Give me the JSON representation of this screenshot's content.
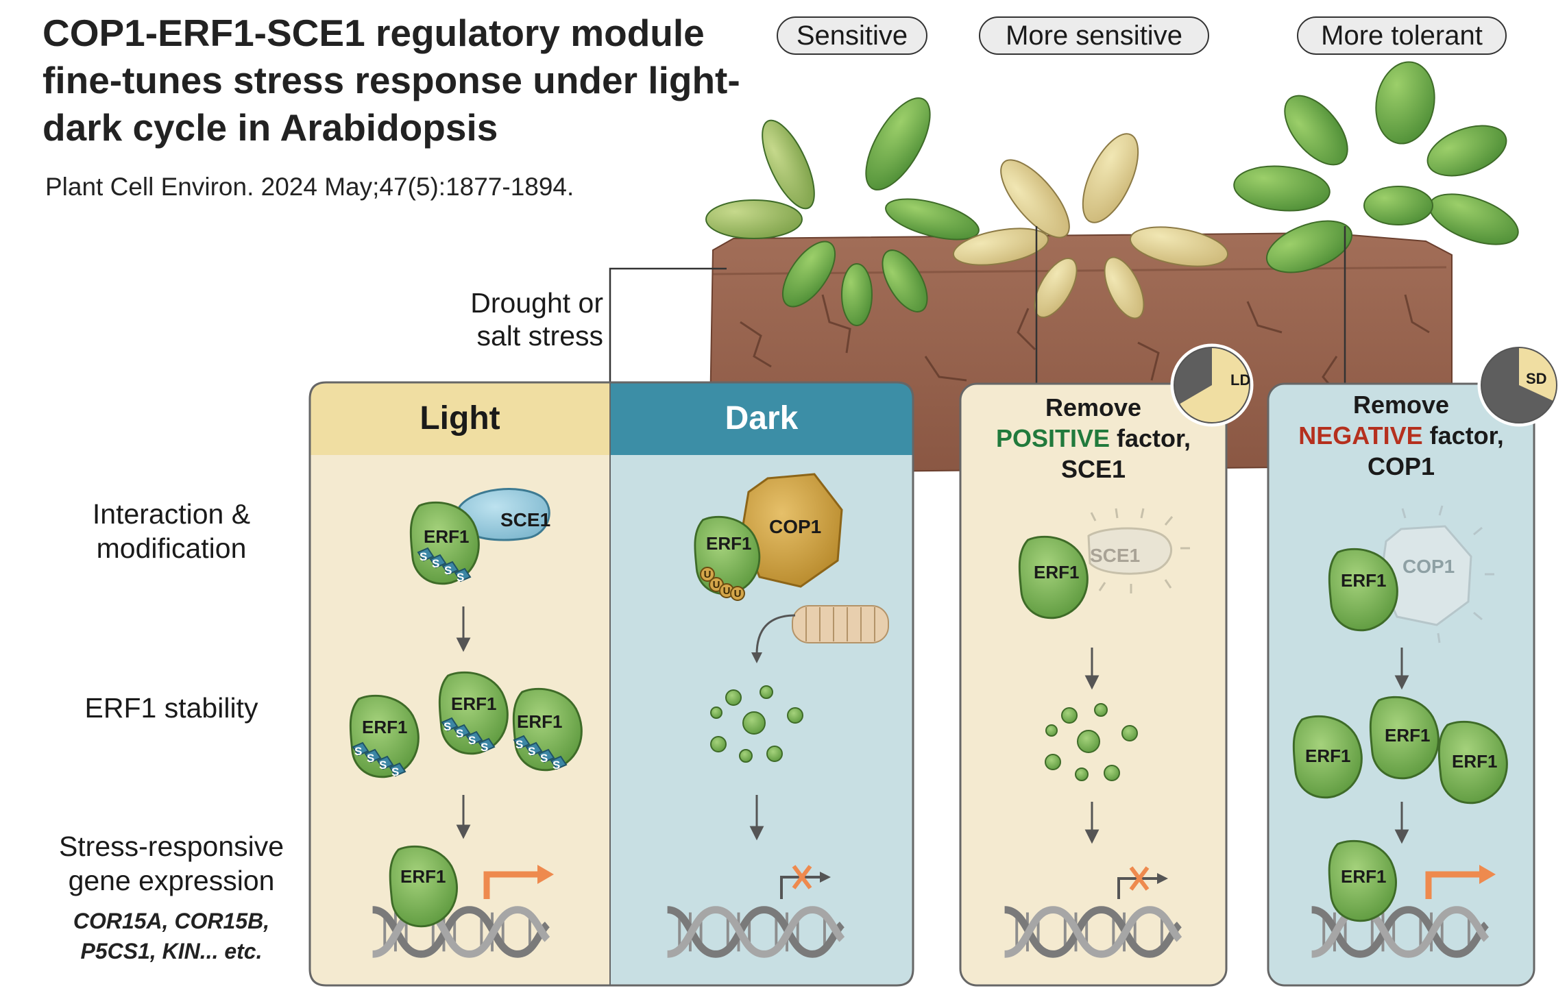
{
  "title": "COP1-ERF1-SCE1 regulatory module fine-tunes stress response under light-dark cycle in Arabidopsis",
  "citation": "Plant Cell Environ. 2024 May;47(5):1877-1894.",
  "phenotypes": {
    "sensitive": "Sensitive",
    "more_sensitive": "More sensitive",
    "more_tolerant": "More tolerant"
  },
  "stress_label": {
    "line1": "Drought or",
    "line2": "salt stress"
  },
  "row_labels": {
    "interaction_1": "Interaction &",
    "interaction_2": "modification",
    "stability": "ERF1 stability",
    "expression_1": "Stress-responsive",
    "expression_2": "gene expression",
    "genes_1": "COR15A, COR15B,",
    "genes_2": "P5CS1, KIN... etc."
  },
  "panels": {
    "light": {
      "title": "Light"
    },
    "dark": {
      "title": "Dark"
    },
    "remove_sce1": {
      "line1": "Remove",
      "highlight": "POSITIVE",
      "factor": " factor,",
      "protein": "SCE1",
      "badge": "LD"
    },
    "remove_cop1": {
      "line1": "Remove",
      "highlight": "NEGATIVE",
      "factor": " factor,",
      "protein": "COP1",
      "badge": "SD"
    }
  },
  "proteins": {
    "erf1": "ERF1",
    "sce1": "SCE1",
    "cop1": "COP1",
    "sumo": "S",
    "ubiquitin": "U"
  },
  "colors": {
    "light_header": "#f0dea2",
    "light_body": "#f4ead0",
    "dark_header": "#3c8ea6",
    "dark_body": "#c8dfe3",
    "erf1": "#7fb85a",
    "sce1": "#93cbe0",
    "cop1": "#d4a64a",
    "arrow_active": "#ee8a4e",
    "positive": "#217a3c",
    "negative": "#b5301e"
  }
}
